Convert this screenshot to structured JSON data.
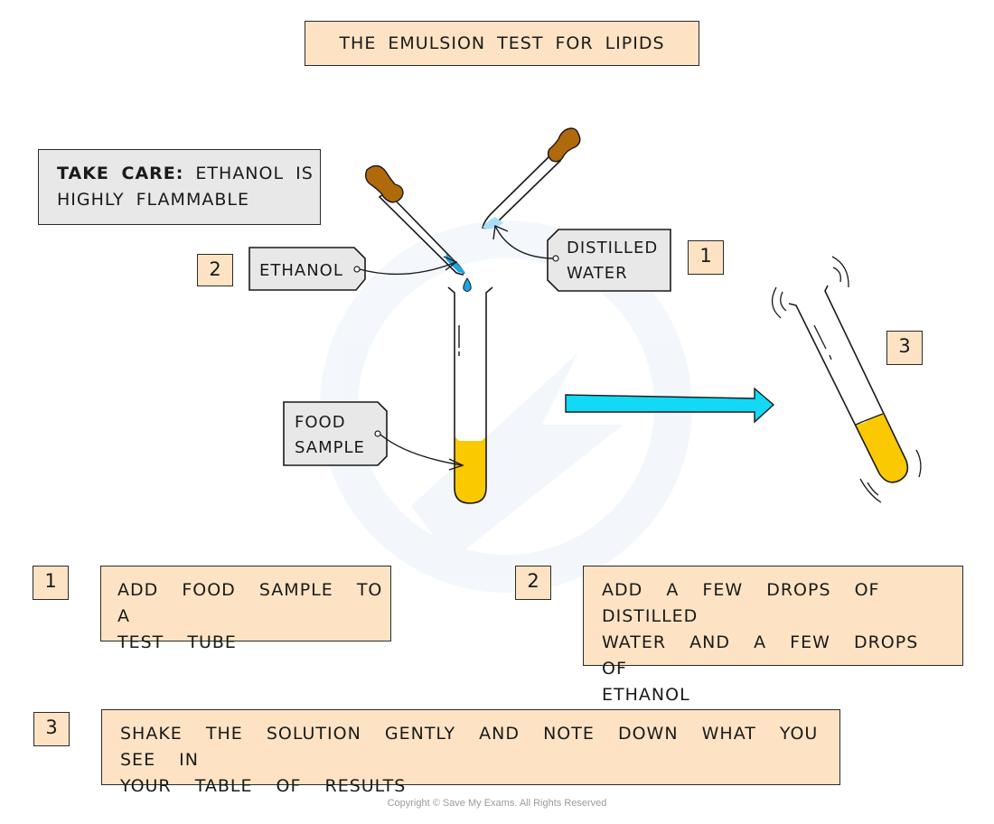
{
  "title": "THE  EMULSION  TEST  FOR  LIPIDS",
  "warning": {
    "bold": "TAKE  CARE:",
    "line1_rest": " ETHANOL  IS",
    "line2": "HIGHLY  FLAMMABLE"
  },
  "labels": {
    "ethanol": "ETHANOL",
    "distilled_water_line1": "DISTILLED",
    "distilled_water_line2": "WATER",
    "food_sample_line1": "FOOD",
    "food_sample_line2": "SAMPLE"
  },
  "diagram_markers": {
    "ethanol_step": "2",
    "water_step": "1",
    "shake_step": "3"
  },
  "steps": [
    {
      "number": "1",
      "text": "ADD  FOOD  SAMPLE  TO  A\nTEST  TUBE"
    },
    {
      "number": "2",
      "text": "ADD  A  FEW  DROPS  OF  DISTILLED\nWATER  AND  A  FEW  DROPS  OF\nETHANOL"
    },
    {
      "number": "3",
      "text": "SHAKE  THE  SOLUTION  GENTLY  AND  NOTE  DOWN  WHAT  YOU  SEE  IN\nYOUR  TABLE  OF  RESULTS"
    }
  ],
  "colors": {
    "peach": "#fde3c4",
    "grey_tag": "#e8e8e8",
    "dropper_bulb": "#b06a0c",
    "ethanol_blue": "#1aa7e0",
    "water_light_blue": "#a9def7",
    "sample_yellow": "#fbc900",
    "arrow_cyan": "#12d9f5"
  },
  "copyright": "Copyright © Save My Exams. All Rights Reserved"
}
